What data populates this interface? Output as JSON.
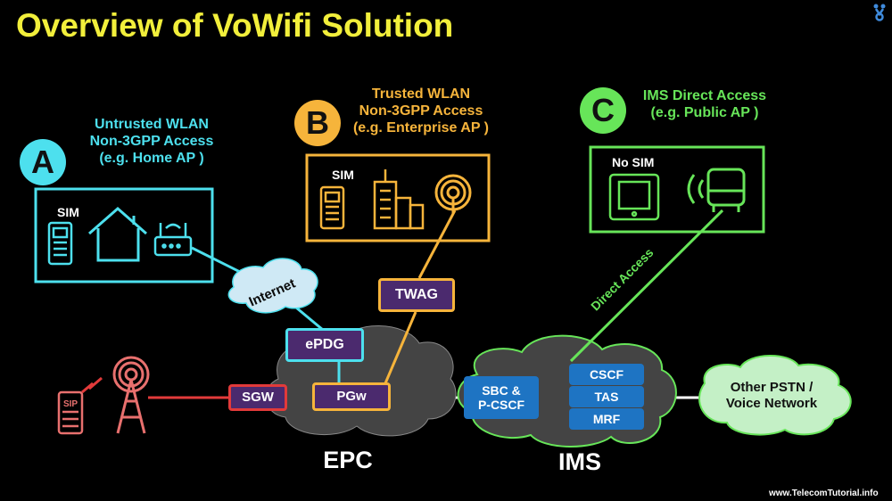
{
  "title": "Overview of VoWifi Solution",
  "option_a": {
    "letter": "A",
    "line1": "Untrusted WLAN",
    "line2": "Non-3GPP Access",
    "line3": "(e.g. Home AP )",
    "sim": "SIM"
  },
  "option_b": {
    "letter": "B",
    "line1": "Trusted WLAN",
    "line2": "Non-3GPP Access",
    "line3": "(e.g. Enterprise AP )",
    "sim": "SIM"
  },
  "option_c": {
    "letter": "C",
    "line1": "IMS Direct Access",
    "line2": "(e.g. Public AP )",
    "sim": "No SIM"
  },
  "nodes": {
    "internet": "Internet",
    "epdg": "ePDG",
    "twag": "TWAG",
    "sgw": "SGW",
    "pgw": "PGw",
    "sbc_line1": "SBC &",
    "sbc_line2": "P-CSCF",
    "cscf": "CSCF",
    "tas": "TAS",
    "mrf": "MRF",
    "pstn_line1": "Other PSTN /",
    "pstn_line2": "Voice Network"
  },
  "labels": {
    "direct_access": "Direct Access",
    "epc": "EPC",
    "ims": "IMS",
    "sip": "SIP"
  },
  "footer": "www.TelecomTutorial.info",
  "colors": {
    "title": "#f2ef3b",
    "cyan": "#4de0ee",
    "orange": "#f6b43b",
    "green": "#67e559",
    "red": "#e23a3a",
    "purple": "#4b2a6e",
    "blue": "#1e74c3"
  }
}
